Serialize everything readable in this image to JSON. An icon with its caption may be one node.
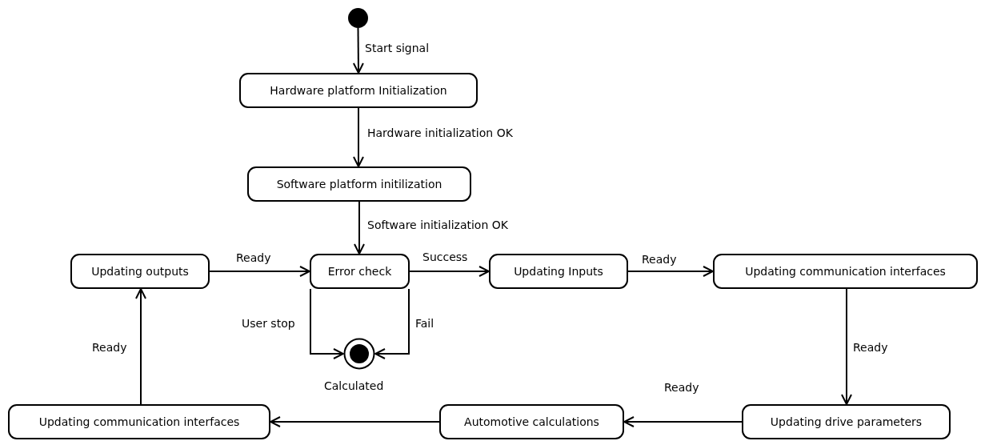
{
  "diagram": {
    "nodes": [
      {
        "text": [],
        "shape": "circle"
      },
      {
        "text": [
          "Hardware platform Initialization"
        ]
      },
      {
        "text": [
          "Software platform initilization"
        ]
      },
      {
        "text": [
          "Updating outputs"
        ]
      },
      {
        "text": [
          "Error check"
        ]
      },
      {
        "text": [
          "Updating Inputs"
        ]
      },
      {
        "text": [
          "Updating communication interfaces"
        ]
      },
      {
        "text": [],
        "shape": "circle"
      },
      {
        "text": [
          "Updating communication interfaces"
        ]
      },
      {
        "text": [
          "Automotive calculations"
        ]
      },
      {
        "text": [
          "Updating drive parameters"
        ]
      }
    ],
    "edges": [
      {
        "from": 0,
        "to": 1,
        "arrow": "to",
        "label": "Start signal"
      },
      {
        "from": 1,
        "to": 2,
        "arrow": "to",
        "label": "Hardware initialization OK"
      },
      {
        "from": 2,
        "to": 4,
        "arrow": "to",
        "label": "Software initialization OK"
      },
      {
        "from": 3,
        "to": 4,
        "arrow": "to",
        "label": "Ready"
      },
      {
        "from": 4,
        "to": 5,
        "arrow": "to",
        "label": "Success"
      },
      {
        "from": 5,
        "to": 6,
        "arrow": "to",
        "label": "Ready"
      },
      {
        "from": 4,
        "to": 7,
        "arrow": "to",
        "label": "User stop"
      },
      {
        "from": 4,
        "to": 7,
        "arrow": "to",
        "label": "Fail"
      },
      {
        "from": 6,
        "to": 10,
        "arrow": "to",
        "label": "Ready"
      },
      {
        "from": 10,
        "to": 9,
        "arrow": "to",
        "label": "Ready"
      },
      {
        "from": 9,
        "to": 8,
        "arrow": "to",
        "label": "Calculated"
      },
      {
        "from": 8,
        "to": 3,
        "arrow": "to",
        "label": "Ready"
      }
    ]
  }
}
